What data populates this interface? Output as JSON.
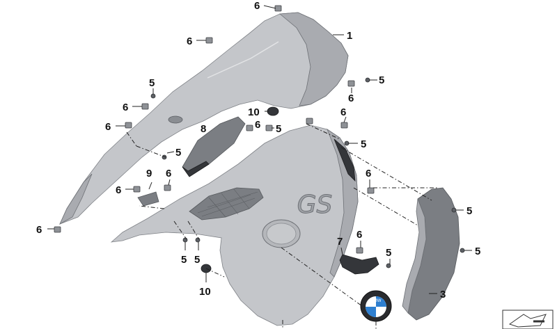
{
  "diagram": {
    "callouts": [
      "6",
      "1",
      "6",
      "5",
      "6",
      "5",
      "6",
      "10",
      "6",
      "6",
      "5",
      "8",
      "6",
      "5",
      "5",
      "6",
      "9",
      "6",
      "6",
      "5",
      "6",
      "5",
      "7",
      "6",
      "5",
      "5",
      "5",
      "10",
      "3"
    ],
    "emblem_text": "BMW",
    "fairing_lettering": "GS"
  },
  "colors": {
    "panel_light": "#c4c6ca",
    "panel_mid": "#a9abb0",
    "panel_dark": "#7b7e83",
    "rubber_black": "#34363a",
    "emblem_blue": "#2e7fd0"
  }
}
